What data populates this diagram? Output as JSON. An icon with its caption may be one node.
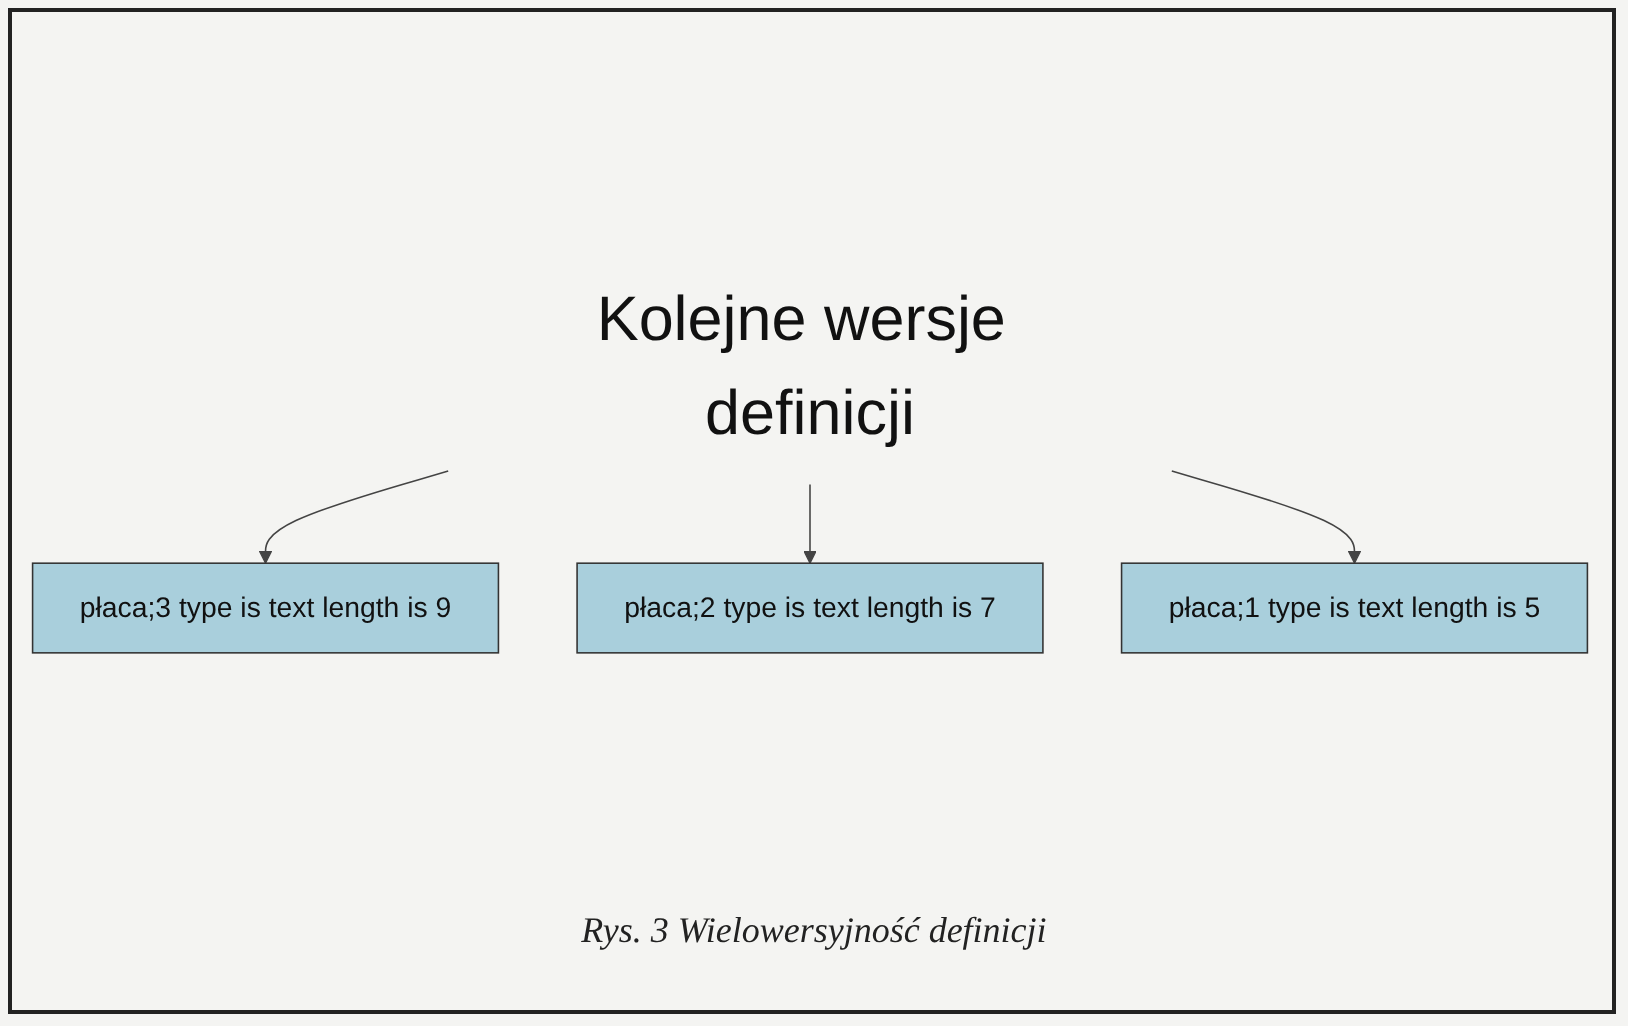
{
  "diagram": {
    "caption": "Rys. 3 Wielowersyjność definicji",
    "nodes": [
      {
        "text": [
          "Kolejne wersje definicji"
        ]
      },
      {
        "text": [
          "płaca;3 type is text length is 9"
        ]
      },
      {
        "text": [
          "płaca;2 type is text length is 7"
        ]
      },
      {
        "text": [
          "płaca;1 type is text length is 5"
        ]
      }
    ],
    "edges": [
      {
        "from": 0,
        "to": 1,
        "arrow": "to"
      },
      {
        "from": 0,
        "to": 2,
        "arrow": "to"
      },
      {
        "from": 0,
        "to": 3,
        "arrow": "to"
      }
    ]
  }
}
